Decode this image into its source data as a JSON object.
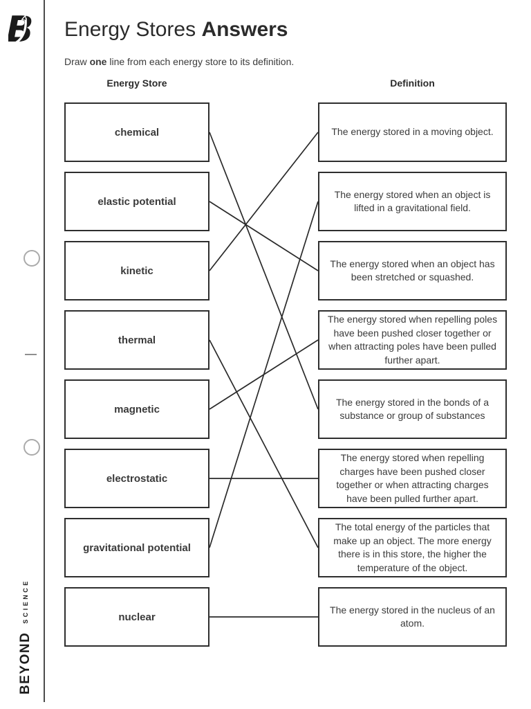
{
  "header": {
    "title_regular": "Energy Stores ",
    "title_bold": "Answers",
    "instruction_prefix": "Draw ",
    "instruction_bold": "one",
    "instruction_suffix": " line from each energy store to its definition."
  },
  "columns": {
    "left_header": "Energy Store",
    "right_header": "Definition"
  },
  "stores": [
    "chemical",
    "elastic potential",
    "kinetic",
    "thermal",
    "magnetic",
    "electrostatic",
    "gravitational potential",
    "nuclear"
  ],
  "definitions": [
    "The energy stored in a moving object.",
    "The energy stored when an object is lifted in a gravitational field.",
    "The energy stored when an object has been stretched or squashed.",
    "The energy stored when repelling poles have been pushed closer together or when attracting poles have been pulled further apart.",
    "The energy stored in the bonds of a substance or group of substances",
    "The energy stored when repelling charges have been pushed closer together or when attracting charges have been pulled further apart.",
    "The total energy of the particles that make up an object. The more energy there is in this store, the higher the temperature of the object.",
    "The energy stored in the nucleus of an atom."
  ],
  "answers": [
    [
      0,
      4
    ],
    [
      1,
      2
    ],
    [
      2,
      0
    ],
    [
      3,
      6
    ],
    [
      4,
      3
    ],
    [
      5,
      5
    ],
    [
      6,
      1
    ],
    [
      7,
      7
    ]
  ],
  "brand": {
    "name": "BEYOND",
    "sub": "SCIENCE",
    "logo_icon": "beyond-b-logo"
  },
  "colors": {
    "ink": "#2b2b2b",
    "body_text": "#3a3a3a",
    "box_border": "#2e2e2e",
    "connector_line": "#2a2a2a",
    "margin_rule": "#4a4a4a",
    "hole_ring": "#aaaaaa"
  }
}
